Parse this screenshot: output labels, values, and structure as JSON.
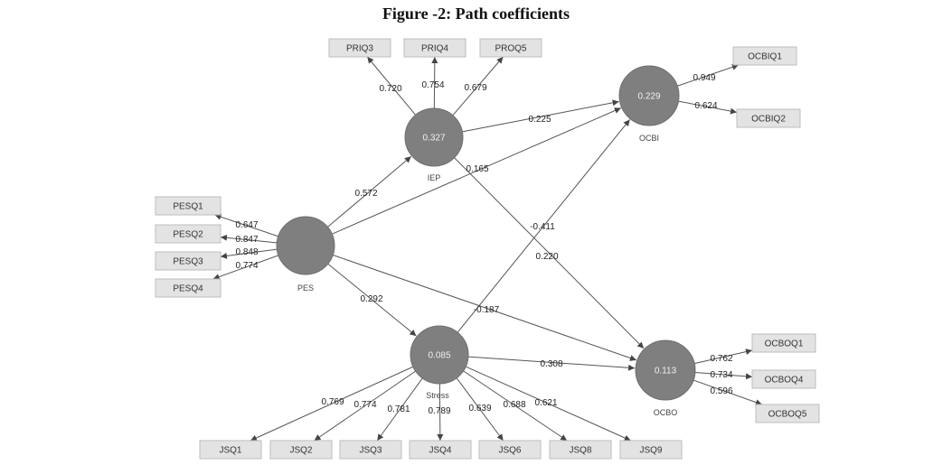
{
  "title": "Figure -2: Path coefficients",
  "latents": [
    {
      "id": "IEP",
      "label": "IEP",
      "r2": "0.327"
    },
    {
      "id": "OCBI",
      "label": "OCBI",
      "r2": "0.229"
    },
    {
      "id": "PES",
      "label": "PES",
      "r2": ""
    },
    {
      "id": "Stress",
      "label": "Stress",
      "r2": "0.085"
    },
    {
      "id": "OCBO",
      "label": "OCBO",
      "r2": "0.113"
    }
  ],
  "indicators": [
    {
      "id": "PRIQ3",
      "label": "PRIQ3"
    },
    {
      "id": "PRIQ4",
      "label": "PRIQ4"
    },
    {
      "id": "PROQ5",
      "label": "PROQ5"
    },
    {
      "id": "OCBIQ1",
      "label": "OCBIQ1"
    },
    {
      "id": "OCBIQ2",
      "label": "OCBIQ2"
    },
    {
      "id": "PESQ1",
      "label": "PESQ1"
    },
    {
      "id": "PESQ2",
      "label": "PESQ2"
    },
    {
      "id": "PESQ3",
      "label": "PESQ3"
    },
    {
      "id": "PESQ4",
      "label": "PESQ4"
    },
    {
      "id": "OCBOQ1",
      "label": "OCBOQ1"
    },
    {
      "id": "OCBOQ4",
      "label": "OCBOQ4"
    },
    {
      "id": "OCBOQ5",
      "label": "OCBOQ5"
    },
    {
      "id": "JSQ1",
      "label": "JSQ1"
    },
    {
      "id": "JSQ2",
      "label": "JSQ2"
    },
    {
      "id": "JSQ3",
      "label": "JSQ3"
    },
    {
      "id": "JSQ4",
      "label": "JSQ4"
    },
    {
      "id": "JSQ6",
      "label": "JSQ6"
    },
    {
      "id": "JSQ8",
      "label": "JSQ8"
    },
    {
      "id": "JSQ9",
      "label": "JSQ9"
    }
  ],
  "paths": [
    {
      "from": "PES",
      "to": "IEP",
      "coef": "0.572"
    },
    {
      "from": "IEP",
      "to": "OCBI",
      "coef": "0.225"
    },
    {
      "from": "PES",
      "to": "OCBI",
      "coef": "0.165"
    },
    {
      "from": "Stress",
      "to": "OCBI",
      "coef": "-0.411"
    },
    {
      "from": "IEP",
      "to": "OCBO",
      "coef": "0.220"
    },
    {
      "from": "PES",
      "to": "OCBO",
      "coef": "-0.187"
    },
    {
      "from": "PES",
      "to": "Stress",
      "coef": "0.292"
    },
    {
      "from": "Stress",
      "to": "OCBO",
      "coef": "0.308"
    }
  ],
  "loadings": [
    {
      "latent": "IEP",
      "indicator": "PRIQ3",
      "coef": "0.720"
    },
    {
      "latent": "IEP",
      "indicator": "PRIQ4",
      "coef": "0.754"
    },
    {
      "latent": "IEP",
      "indicator": "PROQ5",
      "coef": "0.679"
    },
    {
      "latent": "OCBI",
      "indicator": "OCBIQ1",
      "coef": "0.949"
    },
    {
      "latent": "OCBI",
      "indicator": "OCBIQ2",
      "coef": "0.624"
    },
    {
      "latent": "PES",
      "indicator": "PESQ1",
      "coef": "0.647"
    },
    {
      "latent": "PES",
      "indicator": "PESQ2",
      "coef": "0.847"
    },
    {
      "latent": "PES",
      "indicator": "PESQ3",
      "coef": "0.848"
    },
    {
      "latent": "PES",
      "indicator": "PESQ4",
      "coef": "0.774"
    },
    {
      "latent": "OCBO",
      "indicator": "OCBOQ1",
      "coef": "0.762"
    },
    {
      "latent": "OCBO",
      "indicator": "OCBOQ4",
      "coef": "0.734"
    },
    {
      "latent": "OCBO",
      "indicator": "OCBOQ5",
      "coef": "0.596"
    },
    {
      "latent": "Stress",
      "indicator": "JSQ1",
      "coef": "0.769"
    },
    {
      "latent": "Stress",
      "indicator": "JSQ2",
      "coef": "0.774"
    },
    {
      "latent": "Stress",
      "indicator": "JSQ3",
      "coef": "0.781"
    },
    {
      "latent": "Stress",
      "indicator": "JSQ4",
      "coef": "0.789"
    },
    {
      "latent": "Stress",
      "indicator": "JSQ6",
      "coef": "0.639"
    },
    {
      "latent": "Stress",
      "indicator": "JSQ8",
      "coef": "0.688"
    },
    {
      "latent": "Stress",
      "indicator": "JSQ9",
      "coef": "0.621"
    }
  ]
}
